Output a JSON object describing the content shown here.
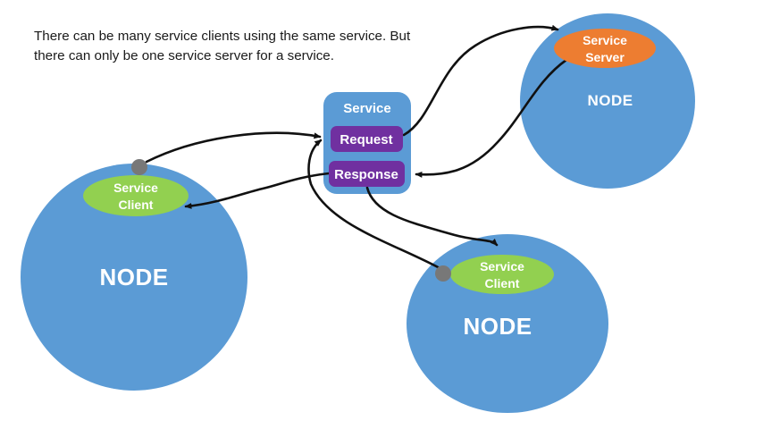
{
  "description": {
    "line1": "There can be many service clients using the same service. But",
    "line2": "there can only be one service server for a service."
  },
  "service": {
    "title": "Service",
    "request_label": "Request",
    "response_label": "Response"
  },
  "nodes": {
    "left": {
      "label": "NODE",
      "badge": {
        "line1": "Service",
        "line2": "Client"
      }
    },
    "right": {
      "label": "NODE",
      "badge": {
        "line1": "Service",
        "line2": "Server"
      }
    },
    "bottom": {
      "label": "NODE",
      "badge": {
        "line1": "Service",
        "line2": "Client"
      }
    }
  },
  "colors": {
    "node_fill": "#5B9BD5",
    "client_badge_fill": "#92D050",
    "server_badge_fill": "#ED7D31",
    "message_box_fill": "#7030A0",
    "service_box_fill": "#5B9BD5",
    "connector_dot_fill": "#787878",
    "arrow_stroke": "#111111",
    "label_text": "#FFFFFF",
    "description_text": "#1A1A1A",
    "background": "#FFFFFF"
  }
}
